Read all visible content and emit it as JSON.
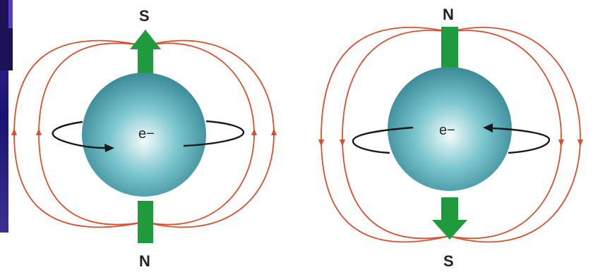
{
  "colors": {
    "field_line": "#d9502f",
    "arrow_green": "#1f9a3c",
    "sphere_center": "#f2fbfb",
    "sphere_mid": "#7cc6cf",
    "sphere_edge": "#2e7f8d",
    "spin_arrow": "#1a1a1a",
    "left_corner": "#2a1f7a"
  },
  "diagrams": [
    {
      "id": "left",
      "top_pole": "S",
      "bottom_pole": "N",
      "particle": "e−",
      "field_arrow_direction": "up",
      "spin": "counter-clockwise"
    },
    {
      "id": "right",
      "top_pole": "N",
      "bottom_pole": "S",
      "particle": "e−",
      "field_arrow_direction": "down",
      "spin": "clockwise"
    }
  ]
}
